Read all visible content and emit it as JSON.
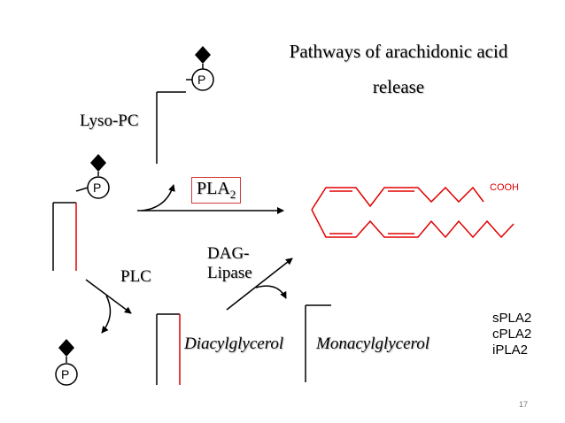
{
  "title": {
    "line1": "Pathways of arachidonic acid",
    "line2": "release"
  },
  "labels": {
    "lyso_pc": "Lyso-PC",
    "pla2": "PLA",
    "pla2_sub": "2",
    "plc": "PLC",
    "dag_lipase_line1": "DAG-",
    "dag_lipase_line2": "Lipase",
    "diacylglycerol": "Diacylglycerol",
    "monacylglycerol": "Monacylglycerol",
    "cooh": "COOH"
  },
  "phosphate_label": "P",
  "enzymes": [
    "sPLA2",
    "cPLA2",
    "iPLA2"
  ],
  "page_number": "17",
  "colors": {
    "chain": "#e00000",
    "text": "#000000",
    "box_border": "#d23a3a"
  }
}
